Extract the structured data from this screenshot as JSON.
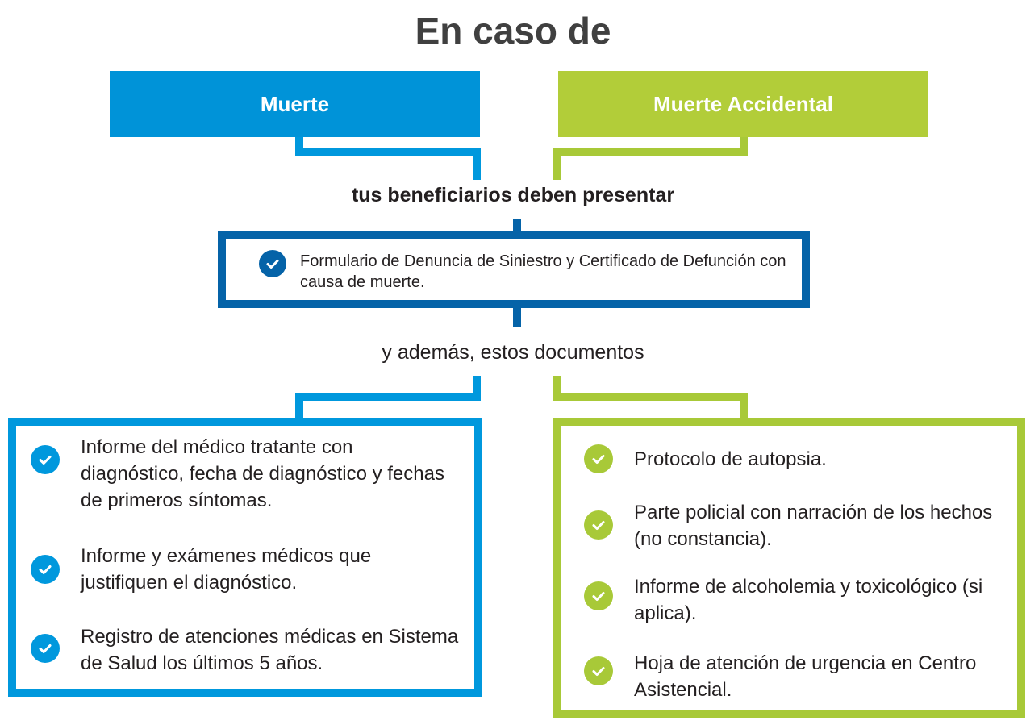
{
  "title": "En caso de",
  "headers": {
    "left": "Muerte",
    "right": "Muerte Accidental"
  },
  "subtitle1": "tus beneficiarios deben presentar",
  "center_item": "Formulario de Denuncia de Siniestro y Certificado de Defunción con causa de muerte.",
  "subtitle2": "y además, estos documentos",
  "left_items": [
    "Informe del médico tratante con diagnóstico, fecha de diagnóstico y fechas de primeros síntomas.",
    "Informe y exámenes médicos que justifiquen el diagnóstico.",
    "Registro de atenciones médicas en Sistema de Salud los últimos 5 años."
  ],
  "right_items": [
    "Protocolo de autopsia.",
    "Parte policial con narración de los hechos (no constancia).",
    "Informe de alcoholemia y toxicológico (si aplica).",
    "Hoja de atención de urgencia en Centro Asistencial."
  ],
  "colors": {
    "blue": "#0098dd",
    "green": "#a8c938",
    "navy": "#0563a8"
  },
  "icons": {
    "check": "check-circle-icon"
  }
}
